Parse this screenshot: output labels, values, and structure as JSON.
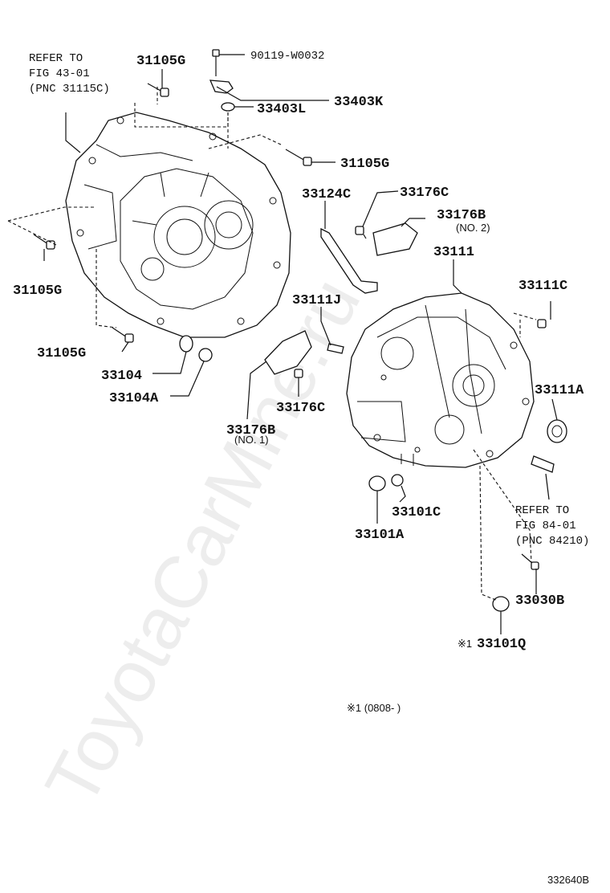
{
  "watermark": "ToyotaCarMine.ru",
  "figure_code": "332640B",
  "footnote": "※1 (0808-      )",
  "references": {
    "ref_43": [
      "REFER TO",
      "FIG 43-01",
      "(PNC 31115C)"
    ],
    "ref_84": [
      "REFER TO",
      "FIG 84-01",
      "(PNC 84210)"
    ]
  },
  "labels": {
    "p_31105g_top": "31105G",
    "p_90119": "90119-W0032",
    "p_33403k": "33403K",
    "p_33403l": "33403L",
    "p_31105g_right": "31105G",
    "p_33124c": "33124C",
    "p_33176c_top": "33176C",
    "p_33176b_no2": "33176B",
    "p_33176b_no2_sub": "(NO. 2)",
    "p_33111": "33111",
    "p_33111c": "33111C",
    "p_31105g_left": "31105G",
    "p_33111j": "33111J",
    "p_31105g_bottom": "31105G",
    "p_33104": "33104",
    "p_33104a": "33104A",
    "p_33176c_mid": "33176C",
    "p_33176b_no1": "33176B",
    "p_33176b_no1_sub": "(NO. 1)",
    "p_33111a": "33111A",
    "p_33101c": "33101C",
    "p_33101a": "33101A",
    "p_33030b": "33030B",
    "p_33101q": "33101Q",
    "p_33101q_mark": "※1"
  }
}
